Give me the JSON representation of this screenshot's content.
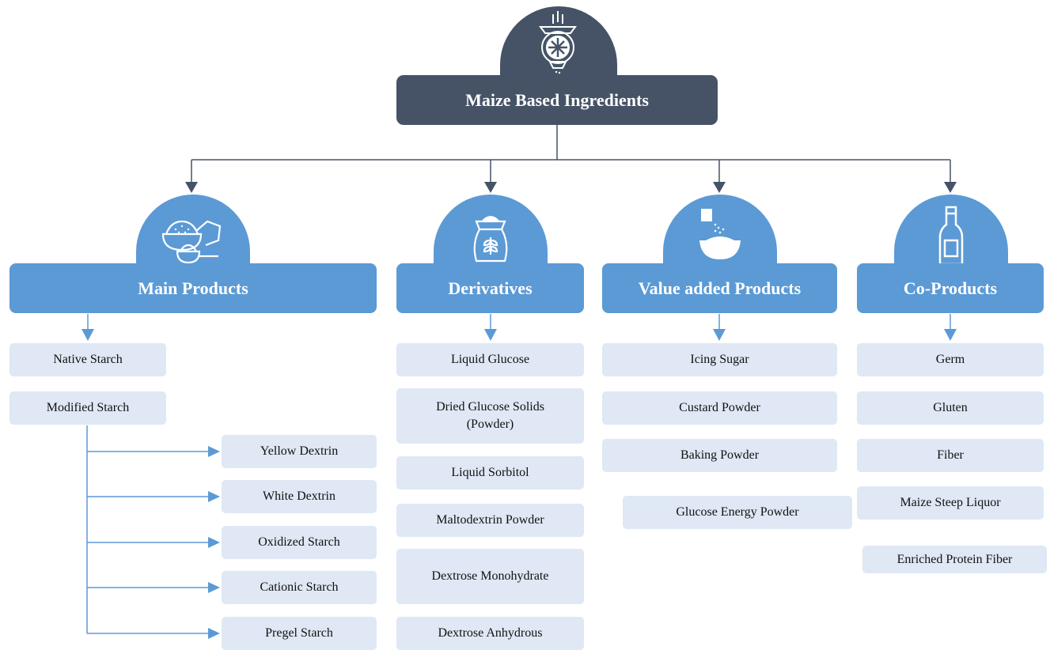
{
  "root": {
    "title": "Maize Based Ingredients"
  },
  "categories": [
    {
      "title": "Main Products",
      "icon": "bowls-of-powder-icon",
      "items": [
        "Native Starch",
        "Modified Starch"
      ],
      "sub_items": [
        "Yellow Dextrin",
        "White Dextrin",
        "Oxidized Starch",
        "Cationic Starch",
        "Pregel Starch"
      ]
    },
    {
      "title": "Derivatives",
      "icon": "grain-sack-icon",
      "items": [
        "Liquid Glucose",
        "Dried Glucose Solids (Powder)",
        "Liquid Sorbitol",
        "Maltodextrin Powder",
        "Dextrose Monohydrate",
        "Dextrose Anhydrous"
      ]
    },
    {
      "title": "Value added Products",
      "icon": "powder-into-bowl-icon",
      "items": [
        "Icing Sugar",
        "Custard Powder",
        "Baking Powder",
        "Glucose Energy Powder"
      ]
    },
    {
      "title": "Co-Products",
      "icon": "bottle-icon",
      "items": [
        "Germ",
        "Gluten",
        "Fiber",
        "Maize Steep Liquor",
        "Enriched Protein Fiber"
      ]
    }
  ],
  "colors": {
    "root": "#465367",
    "category": "#5b9ad5",
    "item_bg": "#dfe8f4",
    "connector": "#5b9ad5"
  }
}
